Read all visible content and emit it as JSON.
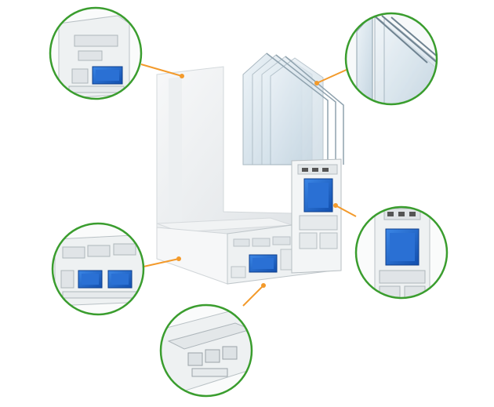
{
  "colors": {
    "background": "#ffffff",
    "callout_ring": "#3a9d2e",
    "leader_line": "#f39a2b",
    "profile_white": "#f4f6f7",
    "profile_shade": "#d9dde0",
    "steel_reinforcement": "#1e63c8",
    "glass": "#c9d9e3"
  },
  "callouts": [
    {
      "name": "frame-corner-detail"
    },
    {
      "name": "triple-glazing-detail"
    },
    {
      "name": "sill-profile-detail"
    },
    {
      "name": "sash-reinforcement-detail"
    },
    {
      "name": "bottom-edge-detail"
    }
  ]
}
